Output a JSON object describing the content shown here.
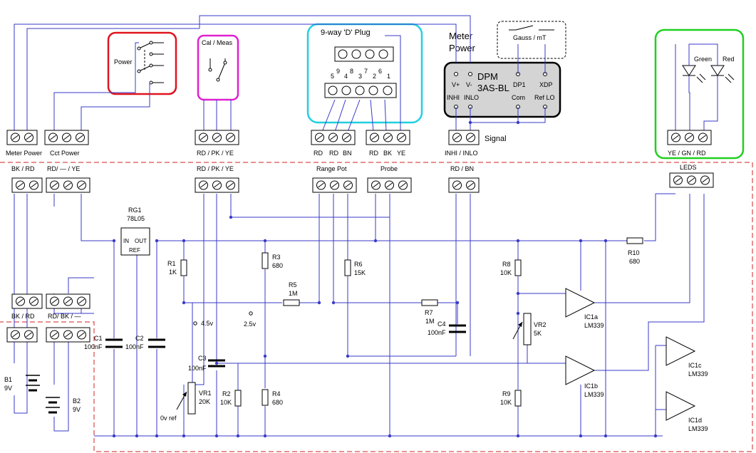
{
  "groups": {
    "power_switch": "Power",
    "cal_meas": "Cal / Meas",
    "d_plug": "9-way 'D' Plug",
    "gauss": "Gauss / mT",
    "meter_power": [
      "Meter",
      "Power"
    ],
    "dpm": [
      "DPM",
      "3AS-BL"
    ],
    "signal": "Signal",
    "led_green": "Green",
    "led_red": "Red"
  },
  "dpm_pins": {
    "vplus": "V+",
    "vminus": "V-",
    "dp1": "DP1",
    "xdp": "XDP",
    "inhi": "INHI",
    "inlo": "INLO",
    "com": "Com",
    "reflo": "Ref LO"
  },
  "dplug_pins": {
    "p5": "5",
    "p9": "9",
    "p4": "4",
    "p8": "8",
    "p3": "3",
    "p7": "7",
    "p2": "2",
    "p6": "6",
    "p1": "1"
  },
  "top_terminals": {
    "meter_power": "Meter Power",
    "cct_power": "Cct Power",
    "cal": "RD / PK / YE",
    "range_pot": [
      "RD",
      "RD",
      "BN"
    ],
    "probe": [
      "RD",
      "BK",
      "YE"
    ],
    "inhi_inlo": "INHI / INLO",
    "leds": "YE / GN / RD"
  },
  "board_terminals": {
    "bk_rd_top": "BK / RD",
    "rd_ye": "RD/ — / YE",
    "cal": "RD / PK / YE",
    "range_pot": "Range Pot",
    "probe": "Probe",
    "rd_bn": "RD / BN",
    "leds": "LEDS",
    "bk_rd_low": "BK / RD",
    "rd_bk": "RD/ BK / —"
  },
  "components": {
    "rg1": [
      "RG1",
      "78L05"
    ],
    "rg1_pins": {
      "in": "IN",
      "out": "OUT",
      "ref": "REF"
    },
    "r1": [
      "R1",
      "1K"
    ],
    "r2": [
      "R2",
      "10K"
    ],
    "r3": [
      "R3",
      "680"
    ],
    "r4": [
      "R4",
      "680"
    ],
    "r5": [
      "R5",
      "1M"
    ],
    "r6": [
      "R6",
      "15K"
    ],
    "r7": [
      "R7",
      "1M"
    ],
    "r8": [
      "R8",
      "10K"
    ],
    "r9": [
      "R9",
      "10K"
    ],
    "r10": [
      "R10",
      "680"
    ],
    "c1": [
      "C1",
      "100nF"
    ],
    "c2": [
      "C2",
      "100nF"
    ],
    "c3": [
      "C3",
      "100nF"
    ],
    "c4": [
      "C4",
      "100nF"
    ],
    "vr1": [
      "VR1",
      "20K"
    ],
    "vr2": [
      "VR2",
      "5K"
    ],
    "b1": [
      "B1",
      "9V"
    ],
    "b2": [
      "B2",
      "9V"
    ],
    "ic1a": [
      "IC1a",
      "LM339"
    ],
    "ic1b": [
      "IC1b",
      "LM339"
    ],
    "ic1c": [
      "IC1c",
      "LM339"
    ],
    "ic1d": [
      "IC1d",
      "LM339"
    ]
  },
  "test_points": {
    "v45": "4.5v",
    "v25": "2.5v",
    "v0": "0v ref"
  },
  "colors": {
    "wire": "#3a3ac8",
    "power_box": "#e0141e",
    "cal_box": "#e020d0",
    "dplug_box": "#20d0e0",
    "led_box": "#20d020",
    "board_outline": "#d02020",
    "dpm_fill": "#d4d4d4"
  }
}
